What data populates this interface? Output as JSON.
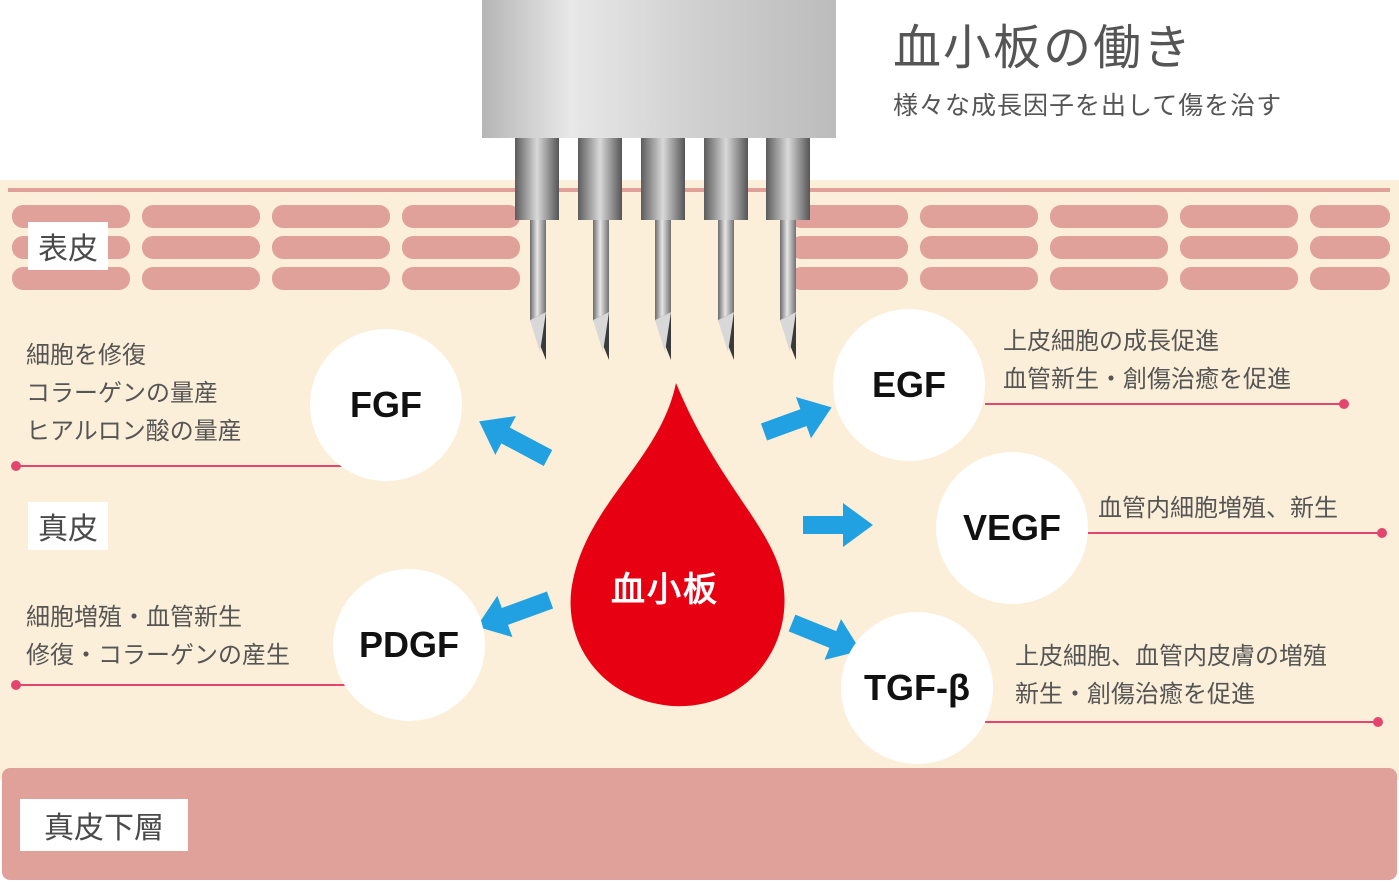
{
  "title": "血小板の働き",
  "subtitle": "様々な成長因子を出して傷を治す",
  "layers": {
    "epidermis": "表皮",
    "dermis": "真皮",
    "subdermis": "真皮下層"
  },
  "platelet": "血小板",
  "factors": {
    "fgf": {
      "name": "FGF",
      "lines": [
        "細胞を修復",
        "コラーゲンの量産",
        "ヒアルロン酸の量産"
      ]
    },
    "pdgf": {
      "name": "PDGF",
      "lines": [
        "細胞増殖・血管新生",
        "修復・コラーゲンの産生"
      ]
    },
    "egf": {
      "name": "EGF",
      "lines": [
        "上皮細胞の成長促進",
        "血管新生・創傷治癒を促進"
      ]
    },
    "vegf": {
      "name": "VEGF",
      "lines": [
        "血管内細胞増殖、新生"
      ]
    },
    "tgf": {
      "name": "TGF-β",
      "lines": [
        "上皮細胞、血管内皮膚の増殖",
        "新生・創傷治癒を促進"
      ]
    }
  },
  "colors": {
    "dermis": "#fcefd9",
    "cells": "#e0a19b",
    "subdermis": "#e0a19b",
    "platelet": "#e60012",
    "arrow": "#22a1e2",
    "leader": "#e4456f",
    "device": "#c8c8c8"
  }
}
